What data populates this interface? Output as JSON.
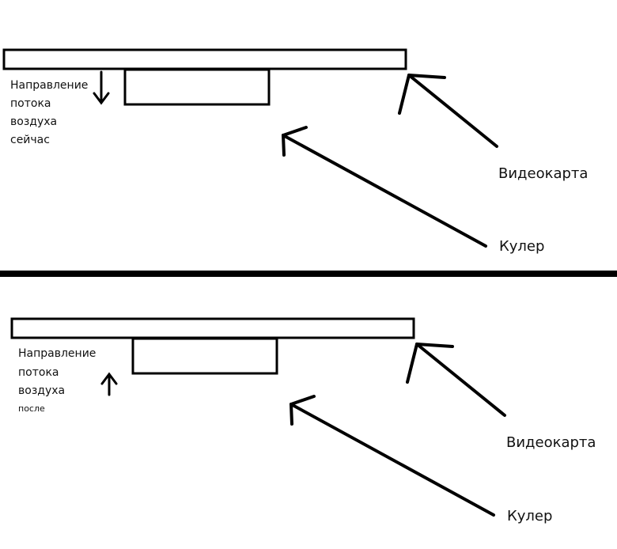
{
  "top": {
    "airflow_lines": [
      "Направление",
      "потока",
      "воздуха",
      "сейчас"
    ],
    "gpu_label": "Видеокарта",
    "cooler_label": "Кулер"
  },
  "bottom": {
    "airflow_lines": [
      "Направление",
      "потока",
      "воздуха",
      "после"
    ],
    "gpu_label": "Видеокарта",
    "cooler_label": "Кулер"
  },
  "colors": {
    "ink": "#000000",
    "background": "#ffffff"
  }
}
